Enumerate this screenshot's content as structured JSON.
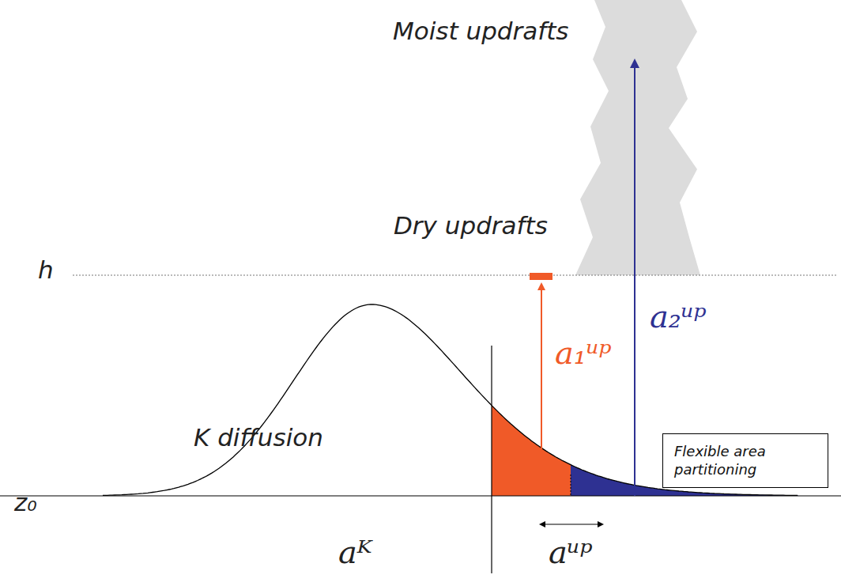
{
  "diagram": {
    "nodes": [
      {
        "text": [
          "Flexible area partitioning"
        ]
      }
    ],
    "edges": [],
    "labels": [
      "Moist updrafts",
      "Dry updrafts",
      "h",
      "K diffusion",
      "a₁ᵘᵖ",
      "a₂ᵘᵖ",
      "z₀",
      "aᴷ",
      "aᵘᵖ"
    ]
  }
}
